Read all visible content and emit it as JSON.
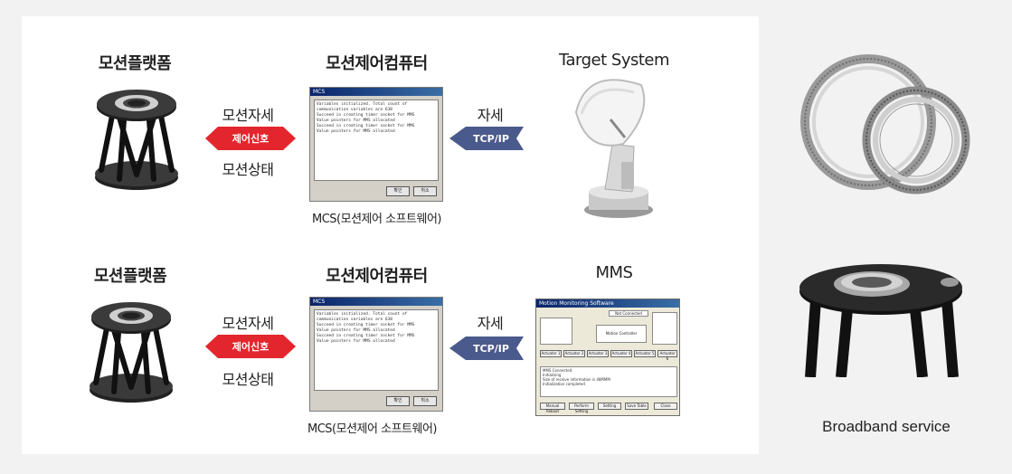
{
  "rows": [
    {
      "platform_title": "모션플랫폼",
      "top_label": "모션자세",
      "red_arrow_label": "제어신호",
      "bottom_label": "모션상태",
      "computer_title": "모션제어컴퓨터",
      "computer_caption": "MCS(모션제어 소프트웨어)",
      "window_title": "MCS",
      "window_lines": [
        "Variables initialized. Total count of communication variables are 638",
        "Succeed in creating timer socket for MMS",
        "Value pointers for MMS allocated",
        "Succeed in creating timer socket for MMS",
        "Value pointers for MMS allocated"
      ],
      "window_buttons": [
        "확인",
        "취소"
      ],
      "right_top_label": "자세",
      "blue_arrow_label": "TCP/IP",
      "target_title": "Target System"
    },
    {
      "platform_title": "모션플랫폼",
      "top_label": "모션자세",
      "red_arrow_label": "제어신호",
      "bottom_label": "모션상태",
      "computer_title": "모션제어컴퓨터",
      "computer_caption": "MCS(모션제어 소프트웨어)",
      "window_title": "MCS",
      "window_lines": [
        "Variables initialized. Total count of communication variables are 638",
        "Succeed in creating timer socket for MMS",
        "Value pointers for MMS allocated",
        "Succeed in creating timer socket for MMS",
        "Value pointers for MMS allocated"
      ],
      "window_buttons": [
        "확인",
        "취소"
      ],
      "right_top_label": "자세",
      "blue_arrow_label": "TCP/IP",
      "target_title": "MMS"
    }
  ],
  "mms_window": {
    "title": "Motion Monitoring Software",
    "status": "Not Connected",
    "actuators": [
      "Actuator 1",
      "Actuator 2",
      "Actuator 3",
      "Actuator 4",
      "Actuator 5",
      "Actuator 6"
    ],
    "center": "Motion Controller",
    "log": [
      "MMS Connected",
      "Initializing",
      "Size of receive information is 48MMM",
      "Initialization completed"
    ],
    "buttons": [
      "Manual Reboot",
      "Perform Setting",
      "Setting",
      "Save Table",
      "Close"
    ]
  },
  "right_panel": {
    "caption": "Broadband service"
  },
  "colors": {
    "red_arrow": "#e3262d",
    "blue_arrow": "#4b5a8c",
    "panel_bg": "#ffffff",
    "page_bg": "#f2f2f2"
  }
}
